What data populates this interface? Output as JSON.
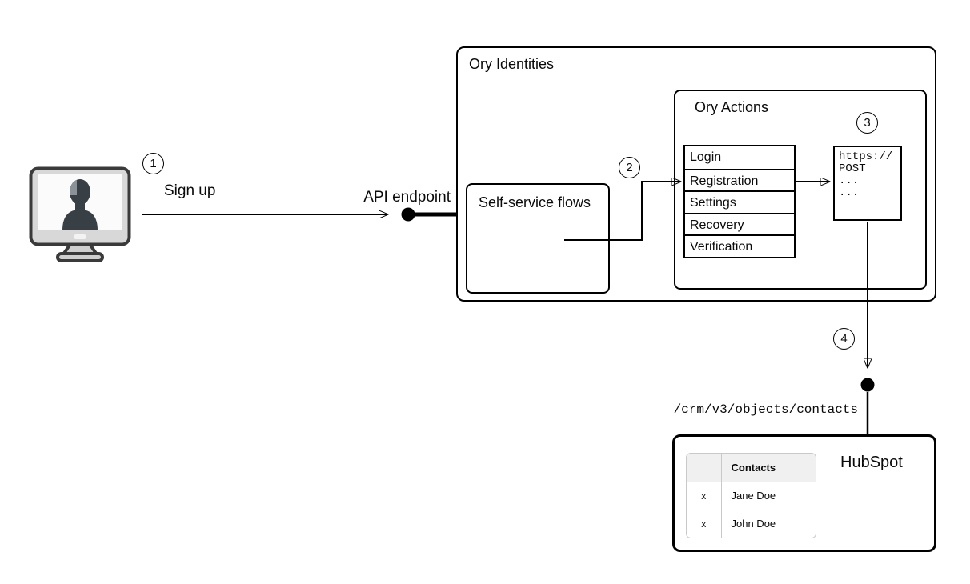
{
  "steps": [
    "1",
    "2",
    "3",
    "4"
  ],
  "labels": {
    "sign_up": "Sign up",
    "api_endpoint": "API endpoint",
    "crm_path": "/crm/v3/objects/contacts"
  },
  "ory_identities": {
    "title": "Ory Identities"
  },
  "self_service_flows": {
    "title": "Self-service flows"
  },
  "ory_actions": {
    "title": "Ory Actions",
    "flows": [
      "Login",
      "Registration",
      "Settings",
      "Recovery",
      "Verification"
    ]
  },
  "webhook_code": {
    "lines": [
      "https://",
      "POST",
      "...",
      "..."
    ]
  },
  "hubspot": {
    "title": "HubSpot",
    "contacts_table": {
      "header": [
        "",
        "Contacts"
      ],
      "rows": [
        {
          "mark": "x",
          "name": "Jane Doe"
        },
        {
          "mark": "x",
          "name": "John Doe"
        }
      ]
    }
  },
  "icons": {
    "user_computer": "monitor-with-user-silhouette-icon",
    "endpoint_dot": "filled-endpoint-dot",
    "arrow": "black-arrowhead"
  },
  "colors": {
    "background": "#ffffff",
    "line": "#000000",
    "box_border": "#000000",
    "table_header_bg": "#f0f0f1",
    "table_border": "#c9c9c9",
    "monitor_body": "#d8d8d8",
    "monitor_screen": "#fbfbfb",
    "monitor_outline": "#3a3a3a",
    "silhouette": "#394045",
    "silhouette_highlight": "#8b9298"
  }
}
